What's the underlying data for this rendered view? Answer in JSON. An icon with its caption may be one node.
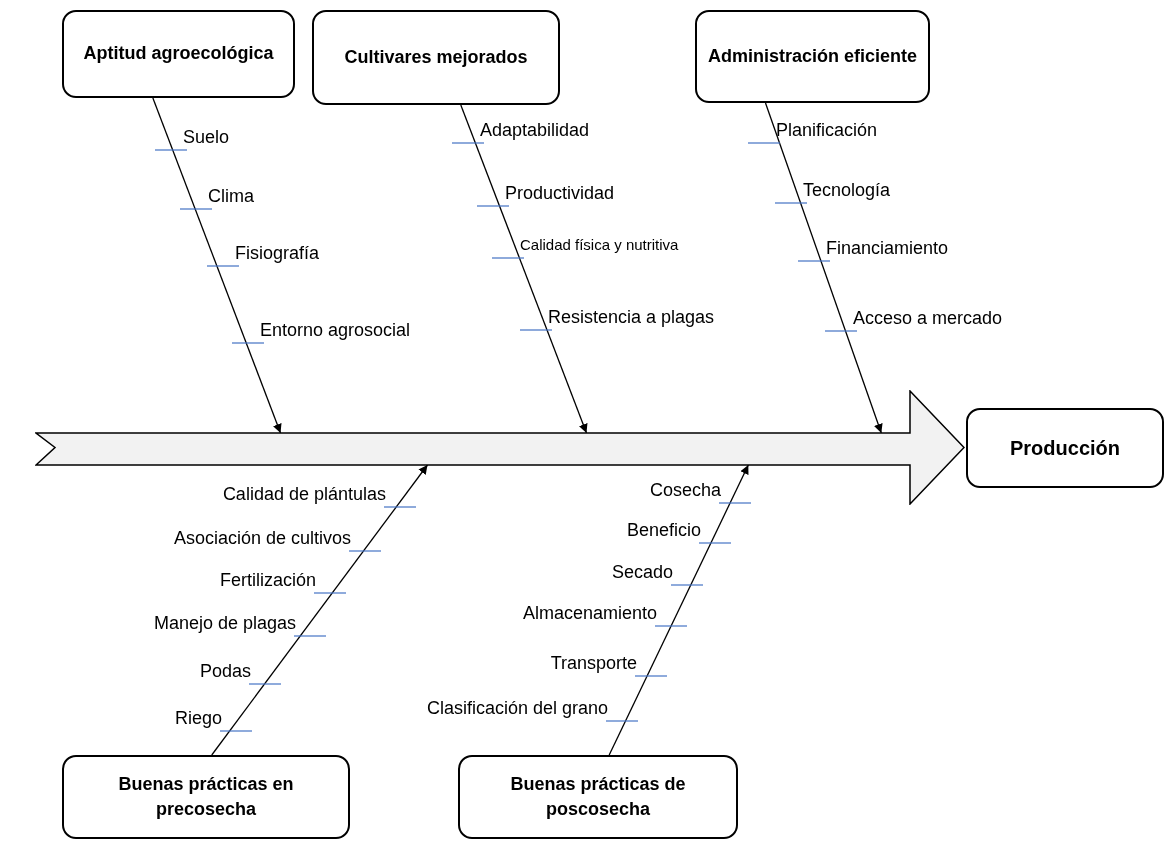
{
  "diagram": {
    "nodes": [
      {
        "text": [
          "Aptitud agroecológica"
        ]
      },
      {
        "text": [
          "Cultivares mejorados"
        ]
      },
      {
        "text": [
          "Administración eficiente"
        ]
      },
      {
        "text": [],
        "shape": "bar"
      },
      {
        "text": [
          "Producción"
        ]
      },
      {
        "text": [
          "Buenas prácticas en precosecha"
        ]
      },
      {
        "text": [
          "Buenas prácticas de poscosecha"
        ]
      }
    ],
    "edges": [
      {
        "from": 0,
        "to": 3,
        "arrow": "to"
      },
      {
        "from": 1,
        "to": 3,
        "arrow": "to"
      },
      {
        "from": 2,
        "to": 3,
        "arrow": "to"
      },
      {
        "from": 5,
        "to": 3,
        "arrow": "to"
      },
      {
        "from": 6,
        "to": 3,
        "arrow": "to"
      }
    ],
    "labels": [
      "Suelo",
      "Adaptabilidad",
      "Planificación",
      "Productividad",
      "Tecnología",
      "Clima",
      "Calidad física y nutritiva",
      "Financiamiento",
      "Fisiografía",
      "Resistencia a plagas",
      "Acceso a mercado",
      "Entorno agrosocial",
      "Calidad de plántulas",
      "Cosecha",
      "Beneficio",
      "Asociación de cultivos",
      "Secado",
      "Fertilización",
      "Almacenamiento",
      "Manejo de plagas",
      "Transporte",
      "Podas",
      "Clasificación del grano",
      "Riego"
    ]
  }
}
